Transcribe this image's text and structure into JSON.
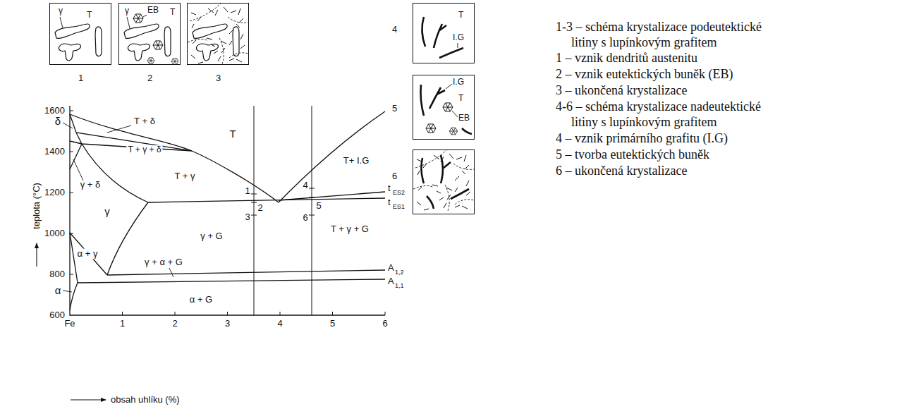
{
  "diagram": {
    "nodes": [
      {
        "text": [
          "γ",
          "T",
          "1"
        ]
      },
      {
        "text": [
          "γ",
          "EB",
          "T",
          "2"
        ]
      },
      {
        "text": [
          "3"
        ]
      },
      {
        "text": [
          "4",
          "T",
          "I.G"
        ]
      },
      {
        "text": [
          "5",
          "I.G",
          "T",
          "EB"
        ]
      },
      {
        "text": [
          "6"
        ]
      }
    ],
    "labels": [
      "1600",
      "1400",
      "1200",
      "1000",
      "800",
      "600",
      "Fe",
      "1",
      "2",
      "3",
      "4",
      "5",
      "6",
      "teplota (°C)",
      "obsah uhlíku (%)",
      "δ",
      "T + δ",
      "T + γ + δ",
      "γ + δ",
      "T",
      "T + γ",
      "T+ I.G",
      "γ",
      "α + γ",
      "γ + α + G",
      "γ + G",
      "T + γ + G",
      "α + G",
      "α",
      "t",
      "ES2",
      "t",
      "ES1",
      "A",
      "1,2",
      "A",
      "1,1",
      "1",
      "2",
      "3",
      "4",
      "5",
      "6",
      "1-3 – schéma krystalizace podeutektické litiny s lupínkovým grafitem",
      "1 – vznik dendritů austenitu",
      "2 – vznik eutektických buněk (EB)",
      "3 – ukončená krystalizace",
      "4-6 – schéma krystalizace nadeutektické litiny s lupínkovým grafitem",
      "4 – vznik primárního grafitu (I.G)",
      "5 – tvorba eutektických buněk",
      "6 – ukončená krystalizace"
    ]
  }
}
